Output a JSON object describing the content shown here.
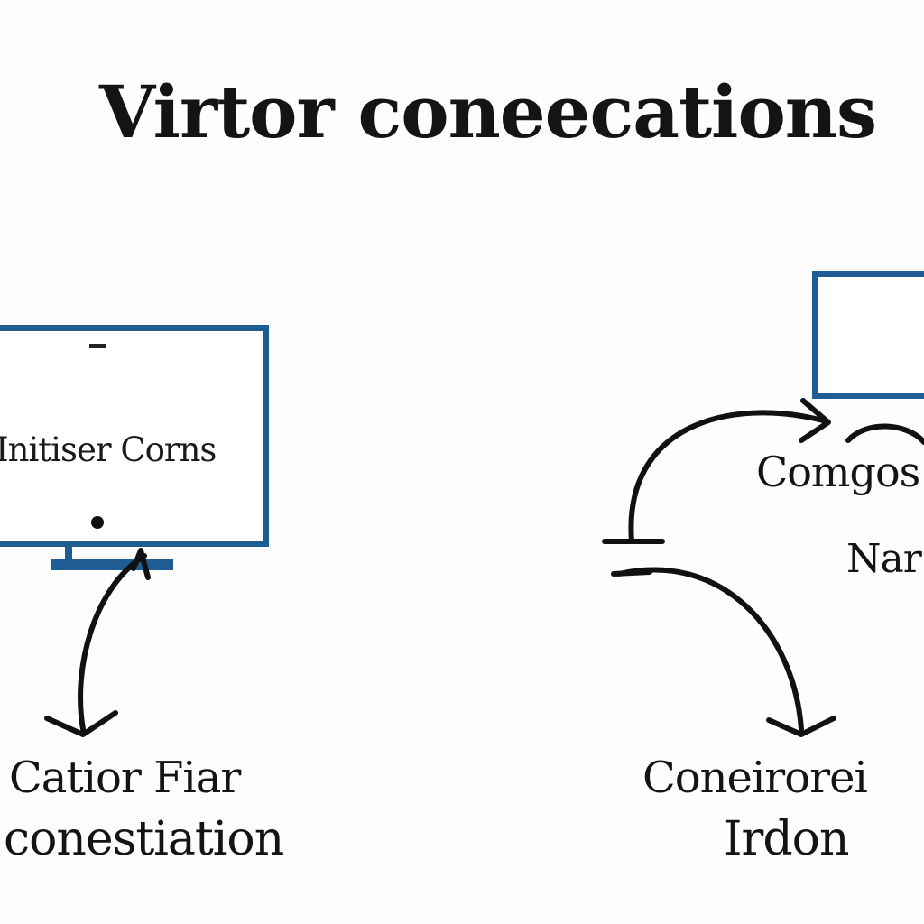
{
  "title": "Virtor coneecations",
  "left_monitor": {
    "screen_text": "Initiser Corns"
  },
  "right_cluster": {
    "label_top": "Comgos",
    "label_mid": "Nar"
  },
  "bottom_left": {
    "line1": "Catior Fiar",
    "line2": "conestiation"
  },
  "bottom_right": {
    "line1": "Coneirorei",
    "line2": "Irdon"
  },
  "colors": {
    "monitor_frame": "#1f5d94",
    "ink": "#141414",
    "background": "#fdfdfd"
  }
}
